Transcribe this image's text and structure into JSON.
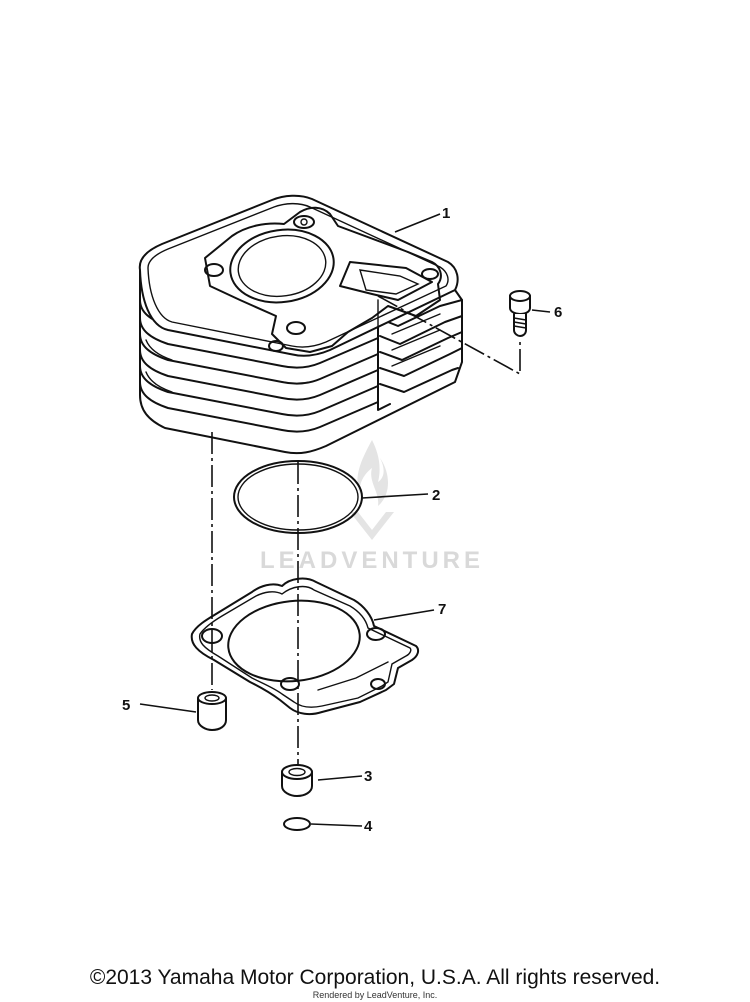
{
  "watermark": {
    "text": "LEADVENTURE"
  },
  "callouts": {
    "part_1": "1",
    "part_2": "2",
    "part_3": "3",
    "part_4": "4",
    "part_5": "5",
    "part_6": "6",
    "part_7": "7"
  },
  "footer": {
    "copyright": "©2013 Yamaha Motor Corporation, U.S.A. All rights reserved.",
    "rendered_by": "Rendered by LeadVenture, Inc."
  }
}
